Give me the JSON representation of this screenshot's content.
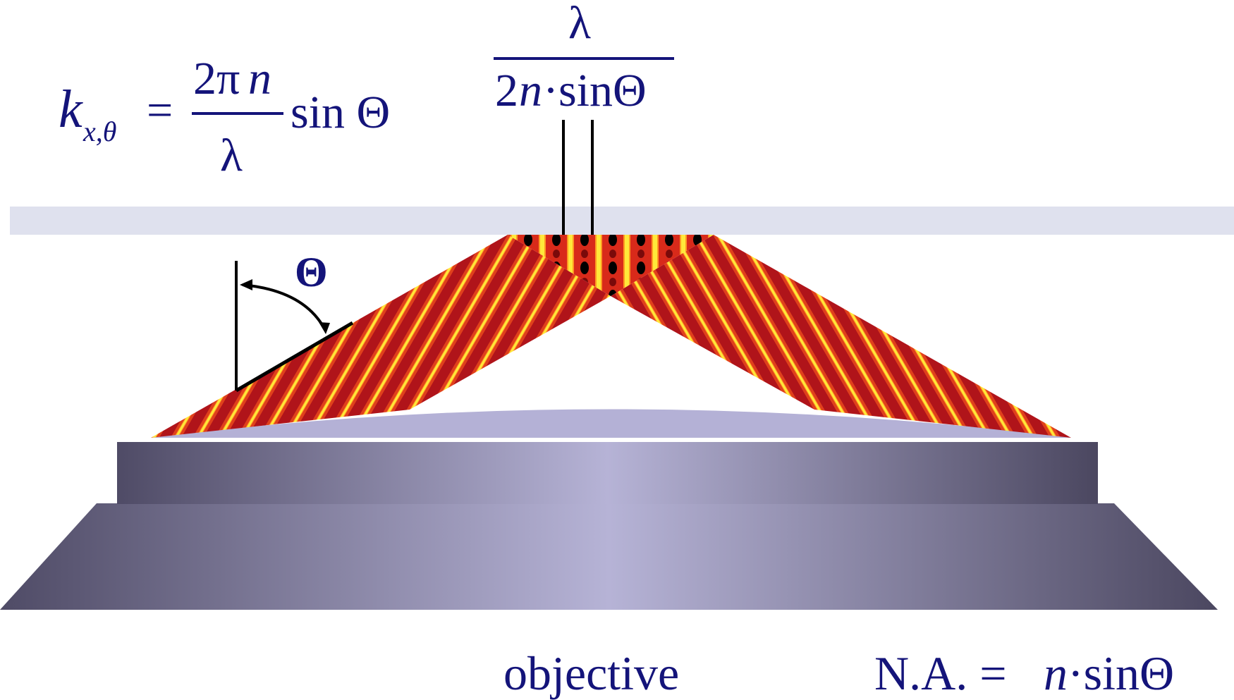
{
  "formula_k": {
    "k": "k",
    "sub": "x,θ",
    "equals": "=",
    "numerator_2pi": "2π",
    "numerator_n": "n",
    "denominator": "λ",
    "sin": "sin Θ"
  },
  "resolution": {
    "numerator": "λ",
    "denominator_2": "2",
    "denominator_n": "n",
    "denominator_rest": "·sinΘ"
  },
  "angle_label": "Θ",
  "objective_label": "objective",
  "na_formula": {
    "prefix": "N.A. = ",
    "n": "n",
    "suffix": "·sinΘ"
  },
  "colors": {
    "text": "#14147a",
    "glass": "#dfe1ee",
    "fringe_dark": "#b0141a",
    "fringe_light": "#ffe83a",
    "objective_light": "#b6b3d6",
    "objective_dark": "#4d4962",
    "lens_top": "#b4b1d6"
  }
}
